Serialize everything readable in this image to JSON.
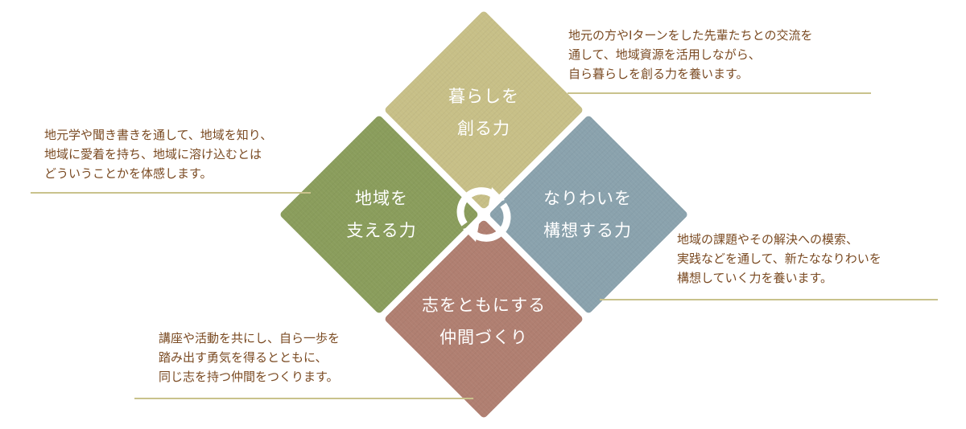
{
  "diamonds": {
    "top": {
      "line1": "暮らしを",
      "line2": "創る力",
      "color": "#c7bf87"
    },
    "left": {
      "line1": "地域を",
      "line2": "支える力",
      "color": "#8a9d5c"
    },
    "right": {
      "line1": "なりわいを",
      "line2": "構想する力",
      "color": "#8aa2ad"
    },
    "bottom": {
      "line1": "志をともにする",
      "line2": "仲間づくり",
      "color": "#b07f71"
    }
  },
  "descriptions": {
    "top": [
      "地元の方やIターンをした先輩たちとの交流を",
      "通して、地域資源を活用しながら、",
      "自ら暮らしを創る力を養います。"
    ],
    "left": [
      "地元学や聞き書きを通して、地域を知り、",
      "地域に愛着を持ち、地域に溶け込むとは",
      "どういうことかを体感します。"
    ],
    "right": [
      "地域の課題やその解決への模索、",
      "実践などを通して、新たななりわいを",
      "構想していく力を養います。"
    ],
    "bottom": [
      "講座や活動を共にし、自ら一歩を",
      "踏み出す勇気を得るとともに、",
      "同じ志を持つ仲間をつくります。"
    ]
  },
  "center_icon": "cycle-arrows-icon"
}
